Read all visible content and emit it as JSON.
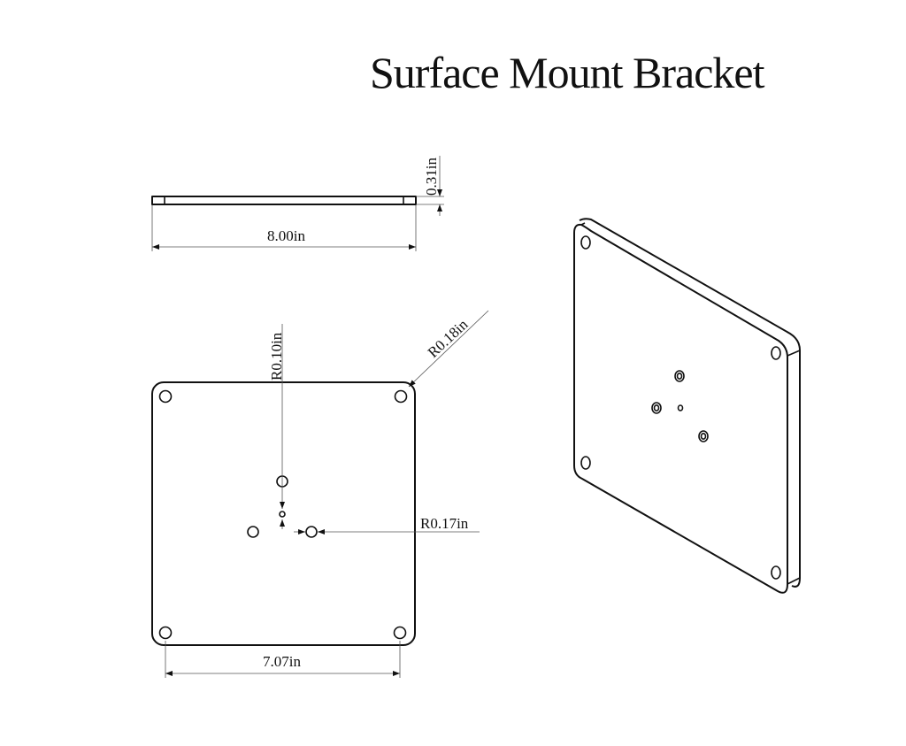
{
  "title": "Surface Mount Bracket",
  "dimensions": {
    "thickness": "0.31in",
    "width": "8.00in",
    "hole_spacing": "7.07in",
    "corner_radius": "R0.18in",
    "center_hole_radius": "R0.10in",
    "mount_hole_radius": "R0.17in"
  }
}
